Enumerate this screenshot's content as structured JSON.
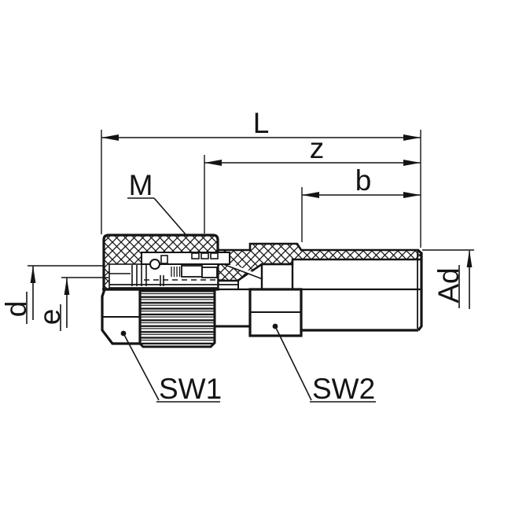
{
  "figure": {
    "kind": "technical-drawing",
    "subject": "tube fitting half-section with dimension callouts",
    "background": "#ffffff",
    "line_color": "#141414",
    "labels": {
      "L": "L",
      "z": "z",
      "b": "b",
      "M": "M",
      "d": "d",
      "e": "e",
      "Ad": "Ad",
      "SW1": "SW1",
      "SW2": "SW2"
    }
  }
}
